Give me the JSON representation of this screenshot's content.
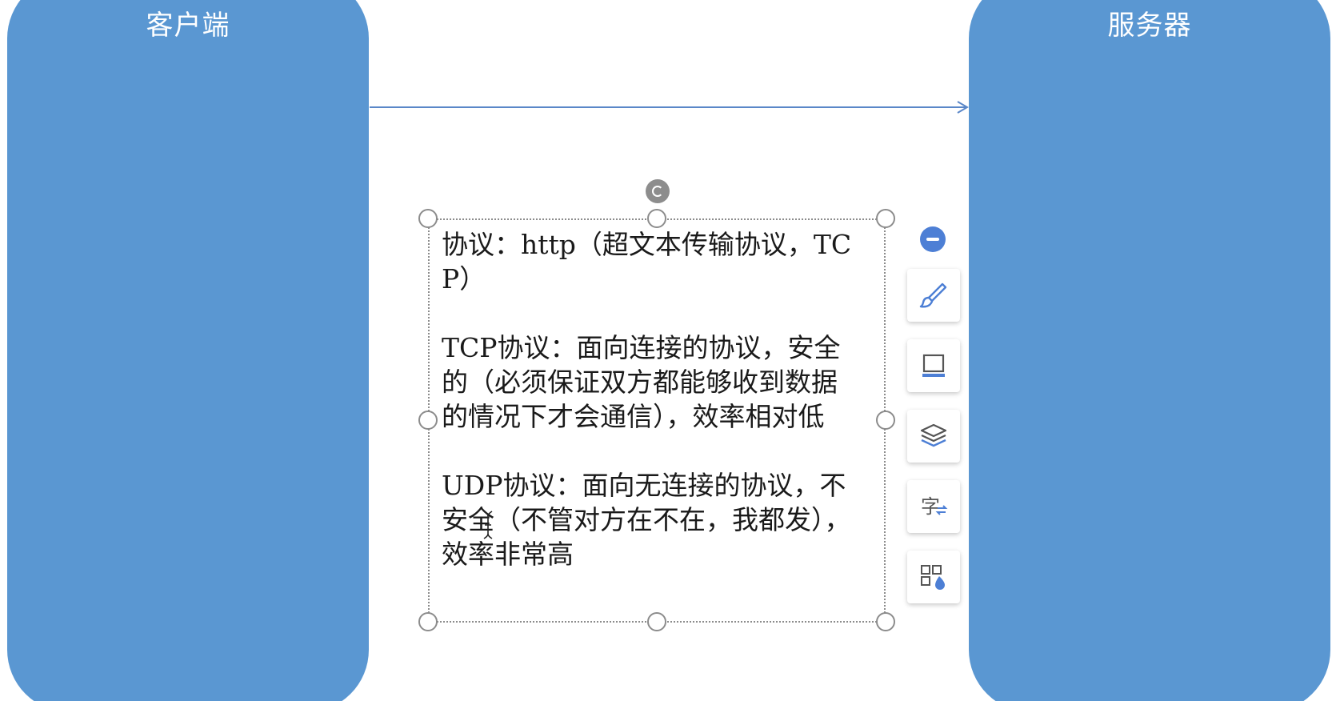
{
  "nodes": {
    "client_title": "客户端",
    "server_title": "服务器"
  },
  "textbox": {
    "paragraphs": [
      "协议：http（超文本传输协议，TCP）",
      "TCP协议：面向连接的协议，安全的（必须保证双方都能够收到数据的情况下才会通信），效率相对低",
      "UDP协议：面向无连接的协议，不安全（不管对方在不在，我都发），效率非常高"
    ]
  },
  "toolbar": {
    "tools": [
      {
        "icon": "collapse-icon"
      },
      {
        "icon": "brush-icon"
      },
      {
        "icon": "border-icon"
      },
      {
        "icon": "layers-icon"
      },
      {
        "icon": "text-convert-icon"
      },
      {
        "icon": "shape-fill-icon"
      }
    ]
  },
  "colors": {
    "node_fill": "#5a97d2",
    "connector": "#5a87c8",
    "toolbar_accent": "#4d7fd5",
    "text": "#1a1a1a"
  }
}
